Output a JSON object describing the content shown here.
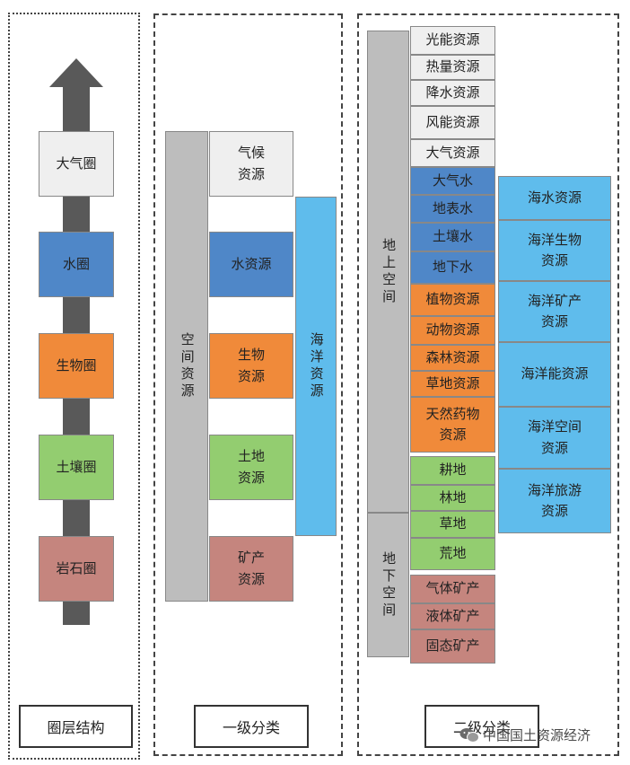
{
  "col1": {
    "layers": [
      "大气圈",
      "水圈",
      "生物圈",
      "土壤圈",
      "岩石圈"
    ],
    "label": "圈层结构"
  },
  "col2": {
    "left_bar": "空间资源",
    "items": [
      [
        "气候",
        "资源"
      ],
      [
        "水资源"
      ],
      [
        "生物",
        "资源"
      ],
      [
        "土地",
        "资源"
      ],
      [
        "矿产",
        "资源"
      ]
    ],
    "right_bar": "海洋资源",
    "label": "一级分类"
  },
  "col3": {
    "above_bar": "地上空间",
    "below_bar": "地下空间",
    "items": [
      [
        "光能资源"
      ],
      [
        "热量资源"
      ],
      [
        "降水资源"
      ],
      [
        "风能资源"
      ],
      [
        "大气资源"
      ],
      [
        "大气水"
      ],
      [
        "地表水"
      ],
      [
        "土壤水"
      ],
      [
        "地下水"
      ],
      [
        "植物资源"
      ],
      [
        "动物资源"
      ],
      [
        "森林资源"
      ],
      [
        "草地资源"
      ],
      [
        "天然药物",
        "资源"
      ],
      [
        "耕地"
      ],
      [
        "林地"
      ],
      [
        "草地"
      ],
      [
        "荒地"
      ],
      [
        "气体矿产"
      ],
      [
        "液体矿产"
      ],
      [
        "固态矿产"
      ]
    ],
    "ocean": [
      [
        "海水资源"
      ],
      [
        "海洋生物",
        "资源"
      ],
      [
        "海洋矿产",
        "资源"
      ],
      [
        "海洋能资源"
      ],
      [
        "海洋空间",
        "资源"
      ],
      [
        "海洋旅游",
        "资源"
      ]
    ],
    "label": "二级分类"
  },
  "watermark": "中国国土资源经济",
  "colors": {
    "grey": "#bdbdbd",
    "light": "#efefef",
    "blue": "#4f87c8",
    "orange": "#f08a3a",
    "green": "#93cd70",
    "rose": "#c5857e",
    "sky": "#5fbcec"
  }
}
